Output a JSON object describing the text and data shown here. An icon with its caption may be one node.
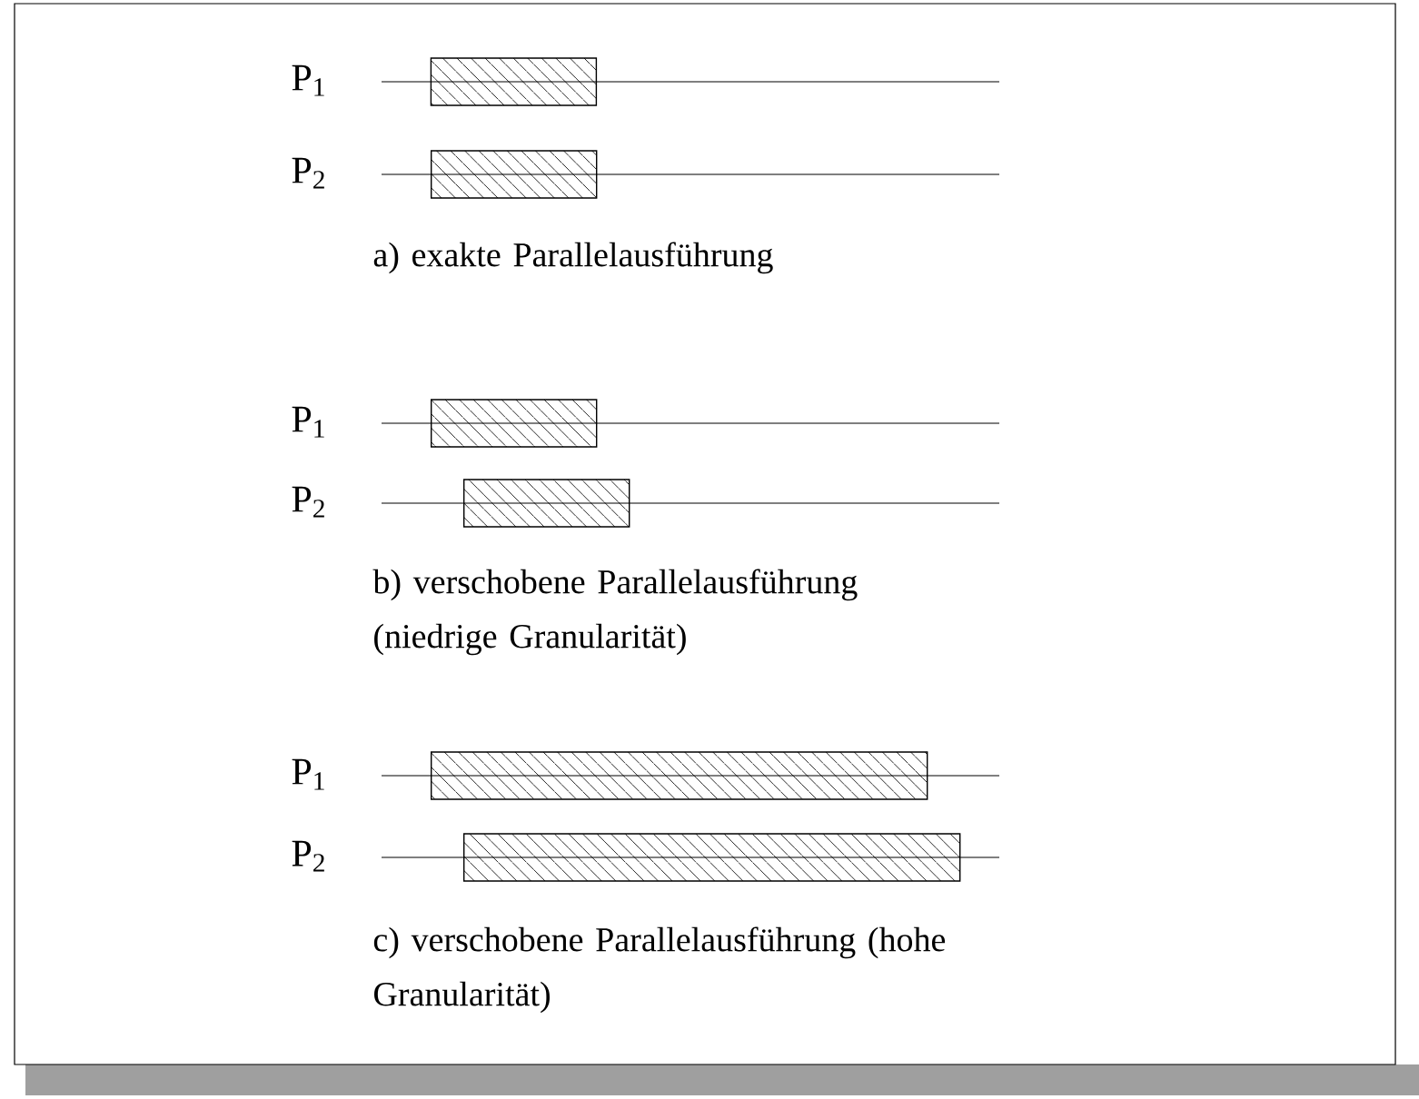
{
  "diagram": {
    "nodes": [
      {
        "text": [],
        "shape": "bar"
      },
      {
        "text": [],
        "shape": "bar"
      },
      {
        "text": [],
        "shape": "bar"
      },
      {
        "text": [],
        "shape": "bar"
      },
      {
        "text": [],
        "shape": "bar"
      },
      {
        "text": [],
        "shape": "bar"
      }
    ],
    "labels": [
      "P$_{1}$",
      "P$_{2}$",
      "a) exakte Parallelausführung",
      "P$_{1}$",
      "P$_{2}$",
      "b) verschobene Parallelausführung (niedrige Granularität)",
      "P$_{1}$",
      "P$_{2}$",
      "c) verschobene Parallelausführung (hohe Granularität)"
    ]
  }
}
